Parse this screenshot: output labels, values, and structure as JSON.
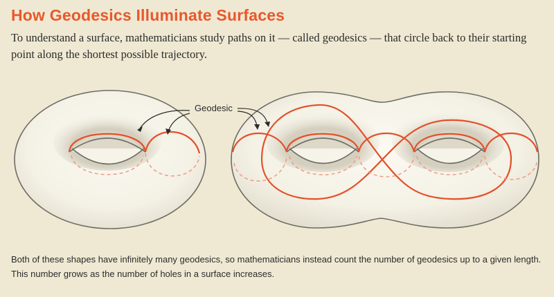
{
  "header": {
    "title": "How Geodesics Illuminate Surfaces",
    "subtitle": "To understand a surface, mathematicians study paths on it — called geodesics — that circle back to their starting point along the shortest possible trajectory."
  },
  "diagram": {
    "annotation_label": "Geodesic",
    "colors": {
      "background": "#efe9d3",
      "surface": "#f6f3e9",
      "surface_outline": "#6d6d66",
      "geodesic": "#e2502a",
      "hidden_geodesic": "#ee9b83"
    }
  },
  "footer": {
    "caption": "Both of these shapes have infinitely many geodesics, so mathematicians instead count the number of geodesics up to a given length. This number grows as the number of holes in a surface increases."
  }
}
